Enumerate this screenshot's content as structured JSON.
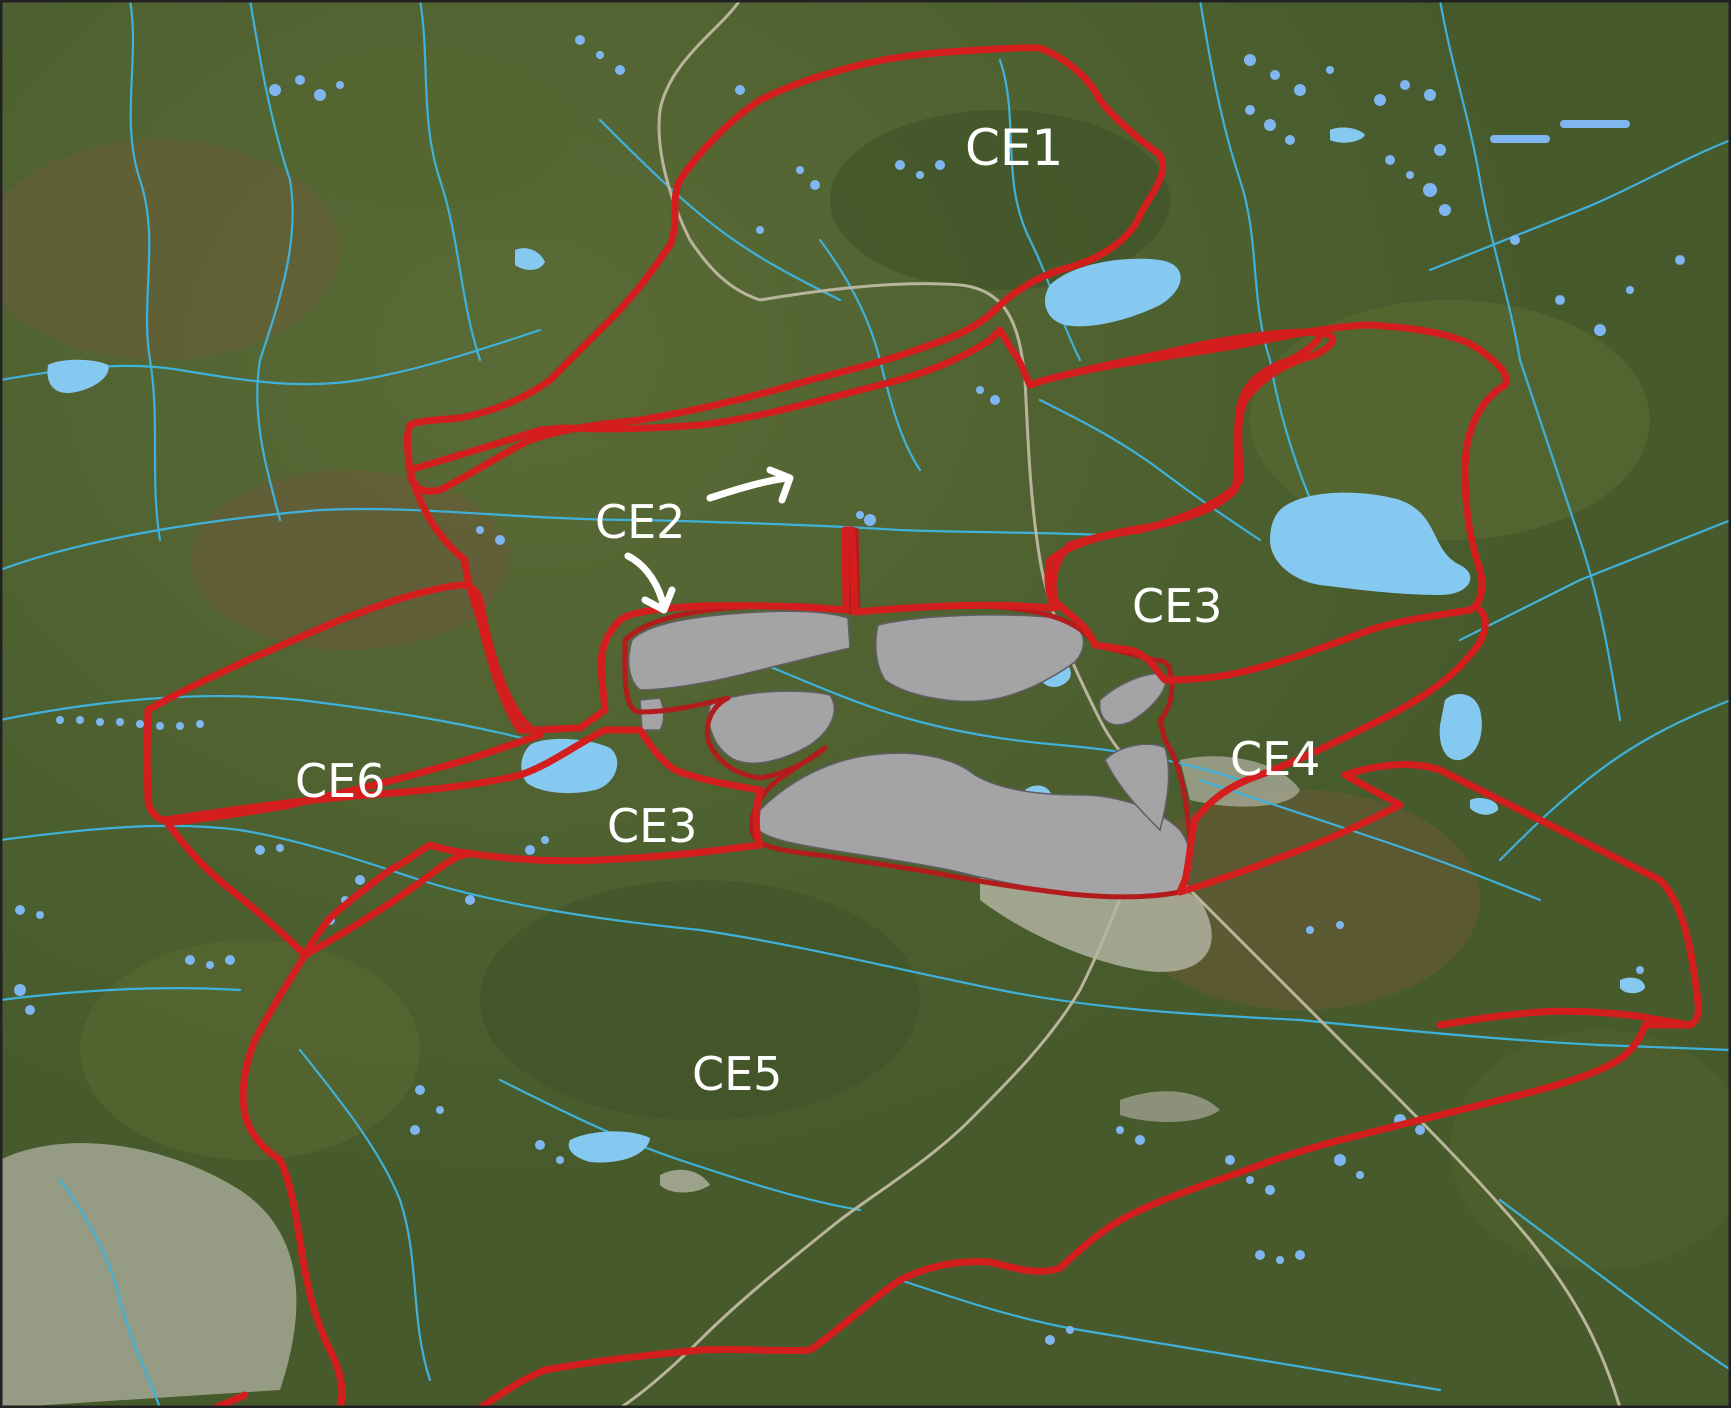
{
  "map": {
    "zones": [
      {
        "id": "ce1",
        "label": "CE1"
      },
      {
        "id": "ce2",
        "label": "CE2"
      },
      {
        "id": "ce3-east",
        "label": "CE3"
      },
      {
        "id": "ce3-west",
        "label": "CE3"
      },
      {
        "id": "ce4",
        "label": "CE4"
      },
      {
        "id": "ce5",
        "label": "CE5"
      },
      {
        "id": "ce6",
        "label": "CE6"
      }
    ],
    "colors": {
      "terrain": "#4a5e2f",
      "boundary": "#d41e1e",
      "water": "#86c9f0",
      "stream": "#3fb2dc",
      "disturbed_area": "#a4a3a6",
      "label": "#ffffff"
    },
    "icons": {
      "annotation_arrow_1": "curved-arrow-right",
      "annotation_arrow_2": "curved-arrow-down"
    }
  }
}
